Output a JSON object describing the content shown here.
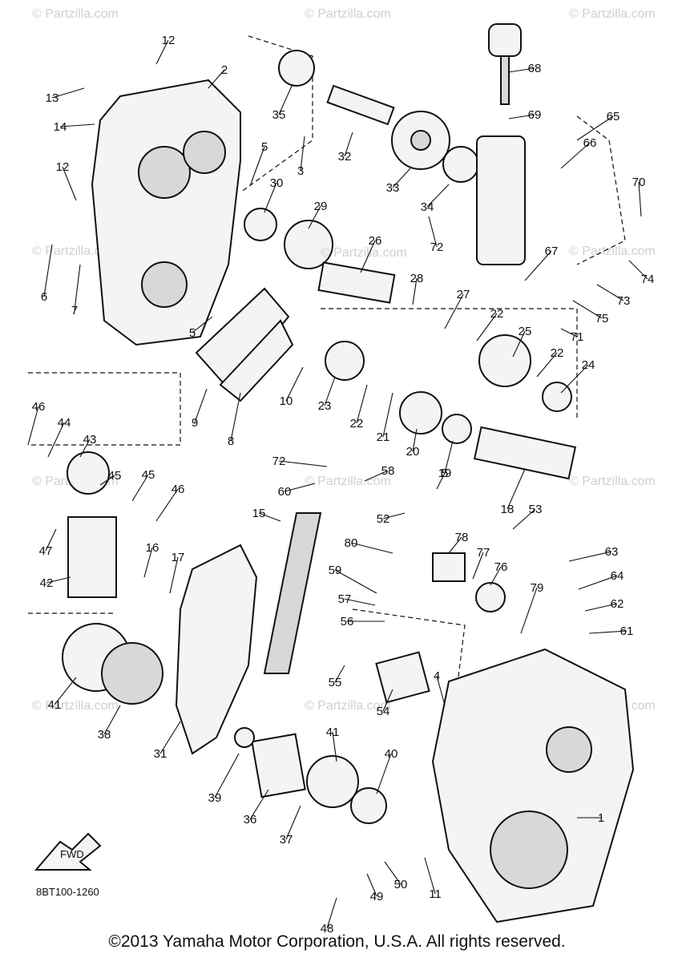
{
  "watermark": "© Partzilla.com",
  "center_watermark": "© Partzilla.com",
  "fwd_label": "FWD",
  "diagram_ref": "8BT100-1260",
  "copyright": "©2013 Yamaha Motor Corporation, U.S.A. All rights reserved.",
  "callouts": [
    "1",
    "2",
    "3",
    "4",
    "5",
    "5",
    "5",
    "6",
    "7",
    "8",
    "9",
    "10",
    "11",
    "12",
    "12",
    "13",
    "14",
    "15",
    "16",
    "17",
    "18",
    "19",
    "20",
    "21",
    "22",
    "22",
    "22",
    "23",
    "24",
    "25",
    "26",
    "27",
    "28",
    "29",
    "30",
    "31",
    "32",
    "33",
    "34",
    "35",
    "36",
    "37",
    "38",
    "39",
    "40",
    "41",
    "41",
    "42",
    "43",
    "44",
    "45",
    "45",
    "46",
    "46",
    "47",
    "48",
    "49",
    "50",
    "52",
    "53",
    "54",
    "55",
    "56",
    "57",
    "58",
    "59",
    "60",
    "61",
    "62",
    "63",
    "64",
    "65",
    "66",
    "67",
    "68",
    "69",
    "70",
    "71",
    "72",
    "72",
    "73",
    "74",
    "75",
    "76",
    "77",
    "78",
    "79",
    "80"
  ]
}
